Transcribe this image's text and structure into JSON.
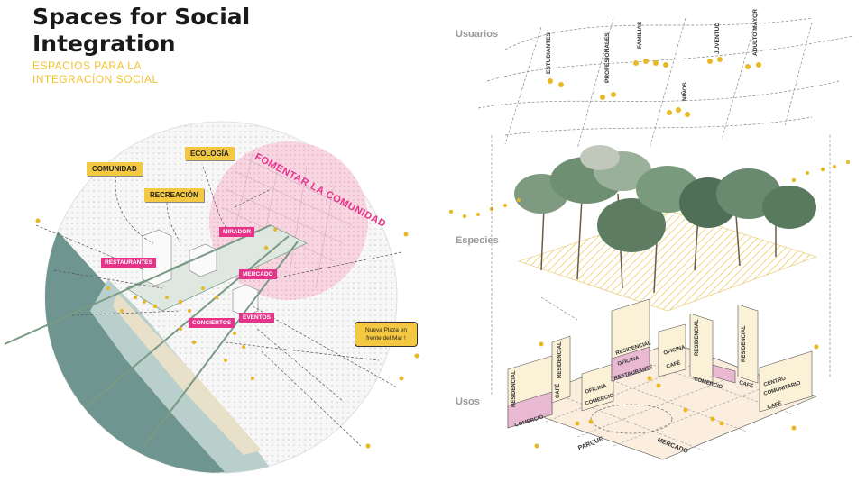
{
  "header": {
    "title_line1": "Spaces for Social",
    "title_line2": "Integration",
    "subtitle_line1": "ESPACIOS PARA LA",
    "subtitle_line2": "INTEGRACÍON SOCIAL"
  },
  "left_diagram": {
    "themes": {
      "comunidad": "COMUNIDAD",
      "recreacion": "RECREACIÓN",
      "ecologia": "ECOLOGÍA"
    },
    "highlight": "FOMENTAR LA COMUNIDAD",
    "places": {
      "restaurantes": "RESTAURANTES",
      "mirador": "MIRADOR",
      "mercado": "MERCADO",
      "conciertos": "CONCIERTOS",
      "eventos": "EVENTOS"
    },
    "speech_line1": "Nueva Plaza en",
    "speech_line2": "frente del Mar !"
  },
  "right_diagram": {
    "layers": {
      "usuarios": "Usuarios",
      "especies": "Especies",
      "usos": "Usos"
    },
    "users": {
      "estudiantes": "ESTUDIANTES",
      "profesionales": "PROFESIONALES",
      "familias": "FAMILIAS",
      "ninos": "NIÑOS",
      "juventud": "JUVENTUD",
      "adulto_mayor": "ADULTO MAYOR"
    },
    "uses": {
      "residencial": "RESIDENCIAL",
      "comercio": "COMERCIO",
      "cafe": "CAFÉ",
      "oficina": "OFICINA",
      "restaurante": "RESTAURANTE",
      "centro_line1": "CENTRO",
      "centro_line2": "COMUNITARIO",
      "parque": "PARQUE",
      "mercado": "MERCADO"
    }
  },
  "colors": {
    "yellow": "#f5c842",
    "magenta": "#e6338a",
    "sea": "#6f9590",
    "grey_text": "#9a9a9a"
  }
}
